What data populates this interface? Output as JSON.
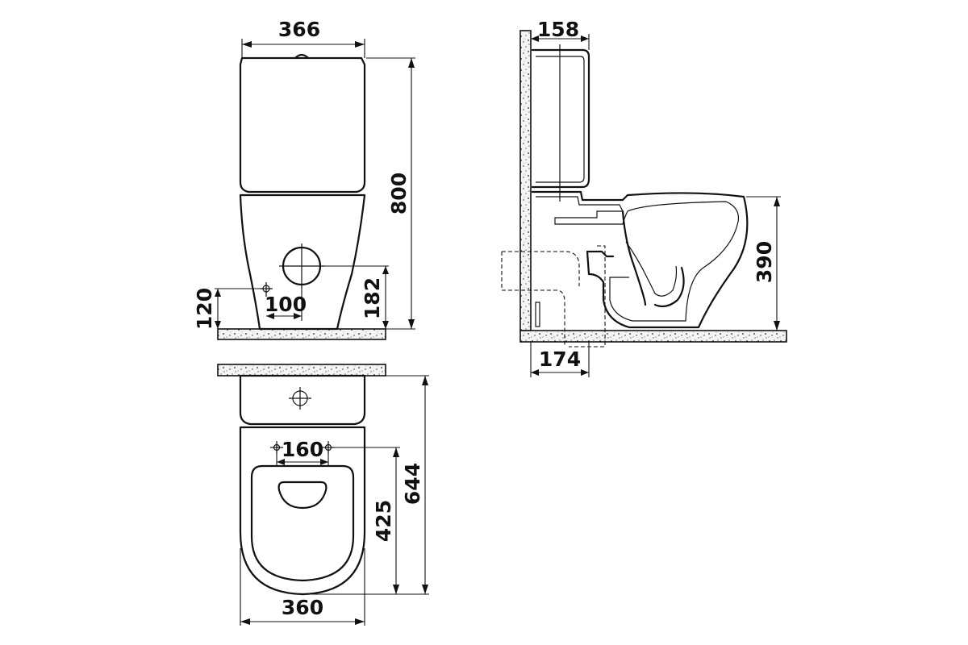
{
  "drawing": {
    "front_view": {
      "width": "366",
      "height": "800",
      "inlet_height": "120",
      "outlet_offset": "100",
      "outlet_height": "182"
    },
    "side_view": {
      "tank_depth": "158",
      "bowl_height": "390",
      "outlet_wall_distance": "174"
    },
    "top_view": {
      "depth": "644",
      "fixing_to_front": "425",
      "fixing_spacing": "160",
      "base_width": "360"
    }
  }
}
